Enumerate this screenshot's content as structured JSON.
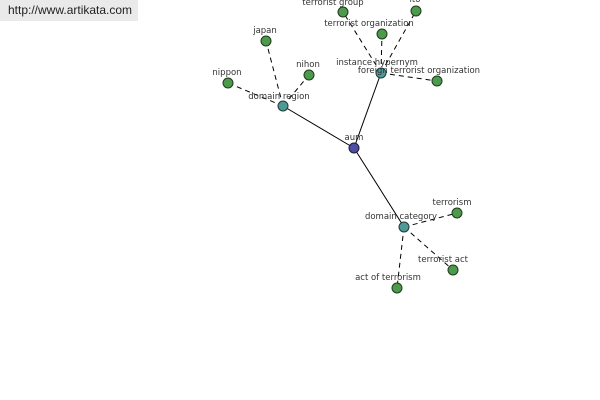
{
  "header": {
    "url": "http://www.artikata.com"
  },
  "graph": {
    "root": {
      "id": "aum",
      "label": "aum"
    },
    "categories": [
      {
        "id": "domain-region",
        "label": "domain region"
      },
      {
        "id": "instance-hypernym",
        "label": "instance hypernym"
      },
      {
        "id": "domain-category",
        "label": "domain category"
      }
    ],
    "leaves": [
      {
        "id": "japan",
        "label": "japan"
      },
      {
        "id": "nihon",
        "label": "nihon"
      },
      {
        "id": "nippon",
        "label": "nippon"
      },
      {
        "id": "terrorist-group",
        "label": "terrorist group"
      },
      {
        "id": "terrorist-organization",
        "label": "terrorist organization"
      },
      {
        "id": "ito",
        "label": "ito"
      },
      {
        "id": "foreign-terrorist-organization",
        "label": "foreign terrorist organization"
      },
      {
        "id": "terrorism",
        "label": "terrorism"
      },
      {
        "id": "terrorist-act",
        "label": "terrorist act"
      },
      {
        "id": "act-of-terrorism",
        "label": "act of terrorism"
      }
    ]
  },
  "colors": {
    "root": "#4d4fa0",
    "category": "#4f9a96",
    "leaf": "#4d9a4d"
  }
}
